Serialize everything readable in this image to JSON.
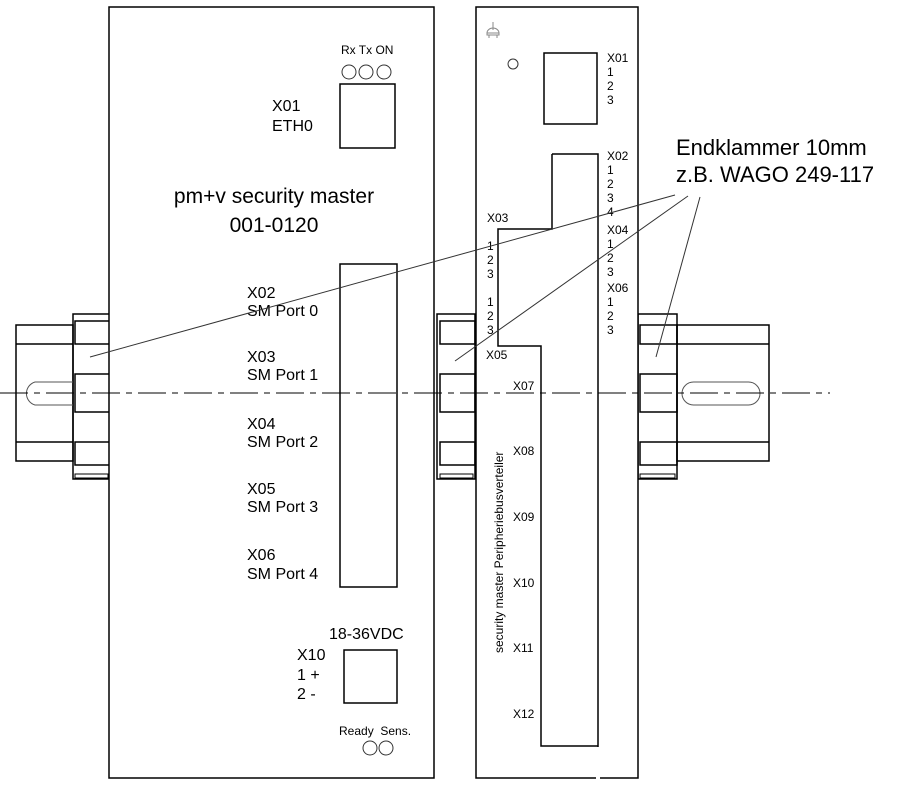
{
  "diagram": {
    "type": "dimensional-drawing",
    "master_module": {
      "title": "pm+v security master",
      "part_number": "001-0120",
      "leds_top": {
        "label": "Rx Tx ON",
        "items": [
          "Rx",
          "Tx",
          "ON"
        ]
      },
      "eth_connector": {
        "id": "X01",
        "name": "ETH0"
      },
      "ports": [
        {
          "id": "X02",
          "name": "SM Port 0"
        },
        {
          "id": "X03",
          "name": "SM Port 1"
        },
        {
          "id": "X04",
          "name": "SM Port 2"
        },
        {
          "id": "X05",
          "name": "SM Port 3"
        },
        {
          "id": "X06",
          "name": "SM Port 4"
        }
      ],
      "power": {
        "voltage": "18-36VDC",
        "id": "X10",
        "pin1": "1 +",
        "pin2": "2 -"
      },
      "leds_bottom": {
        "label": "Ready  Sens.",
        "items": [
          "Ready",
          "Sens."
        ]
      }
    },
    "distributor_module": {
      "vertical_label": "security master Peripheriebusverteiler",
      "ground_icon": "ground-symbol",
      "connectors_right": [
        {
          "id": "X01",
          "pins": [
            "1",
            "2",
            "3"
          ]
        },
        {
          "id": "X02",
          "pins": [
            "1",
            "2",
            "3",
            "4"
          ]
        },
        {
          "id": "X04",
          "pins": [
            "1",
            "2",
            "3"
          ]
        },
        {
          "id": "X06",
          "pins": [
            "1",
            "2",
            "3"
          ]
        }
      ],
      "connectors_left": [
        {
          "id": "X03",
          "pins": [
            "1",
            "2",
            "3",
            "1",
            "2",
            "3"
          ]
        },
        {
          "id": "X05"
        }
      ],
      "bus_connectors": [
        "X07",
        "X08",
        "X09",
        "X10",
        "X11",
        "X12"
      ]
    },
    "annotation": {
      "line1": "Endklammer 10mm",
      "line2": "z.B. WAGO 249-117"
    }
  }
}
